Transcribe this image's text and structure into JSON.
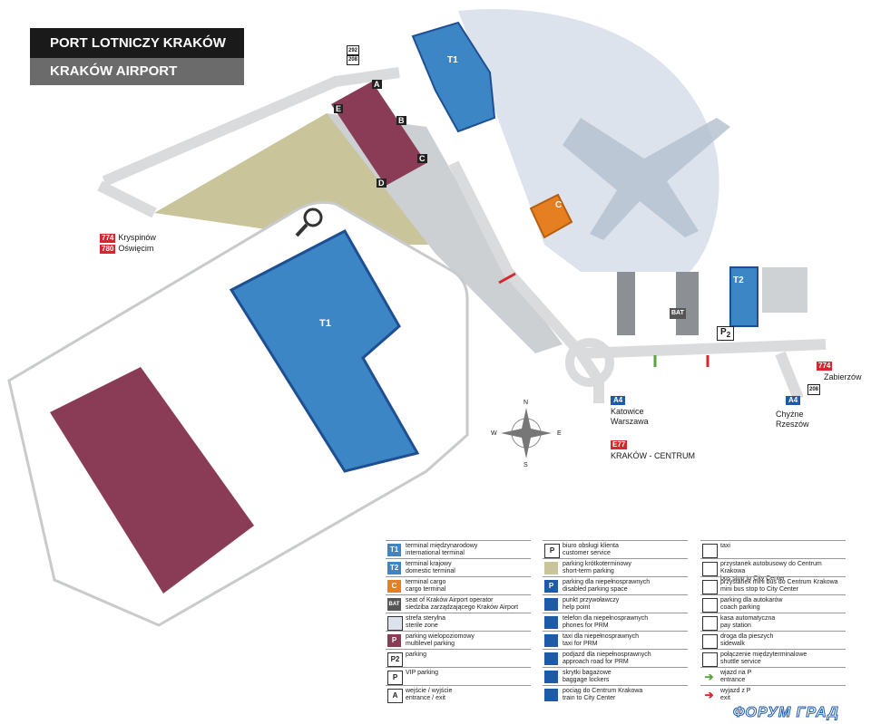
{
  "title": {
    "pl": "PORT LOTNICZY KRAKÓW",
    "en": "KRAKÓW AIRPORT"
  },
  "buildings": {
    "t1": "T1",
    "t2": "T2",
    "cargo": "C",
    "bat": "BAT",
    "p2": "P",
    "p2_sub": "2"
  },
  "gates": [
    "A",
    "B",
    "C",
    "D",
    "E"
  ],
  "bus_numbers": {
    "top": [
      "292",
      "208"
    ],
    "right": "208"
  },
  "roads": {
    "left": [
      {
        "no": "774",
        "name": "Kryspinów"
      },
      {
        "no": "780",
        "name": "Oświęcim"
      }
    ],
    "right": {
      "no": "774",
      "name": "Zabierzów"
    },
    "a4_south": {
      "no": "A4",
      "name1": "Katowice",
      "name2": "Warszawa"
    },
    "a4_east": {
      "no": "A4",
      "name1": "Chyżne",
      "name2": "Rzeszów"
    },
    "e77": {
      "no": "E77",
      "name": "KRAKÓW - CENTRUM"
    }
  },
  "compass": {
    "n": "N",
    "s": "S",
    "e": "E",
    "w": "W"
  },
  "legend": {
    "col1": [
      {
        "icon": "T1",
        "l1": "terminal międzynarodowy",
        "l2": "international terminal"
      },
      {
        "icon": "T2",
        "l1": "terminal krajowy",
        "l2": "domestic terminal"
      },
      {
        "icon": "C",
        "l1": "terminal cargo",
        "l2": "cargo terminal"
      },
      {
        "icon": "BAT",
        "l1": "seat of Kraków Airport operator",
        "l2": "siedziba zarządzającego Kraków Airport"
      },
      {
        "icon": "",
        "l1": "strefa sterylna",
        "l2": "sterile zone"
      },
      {
        "icon": "P",
        "l1": "parking wielopoziomowy",
        "l2": "multilevel parking"
      },
      {
        "icon": "P2",
        "l1": "parking",
        "l2": ""
      },
      {
        "icon": "P VIP",
        "l1": "VIP parking",
        "l2": ""
      },
      {
        "icon": "ABCDE",
        "l1": "wejście / wyjście",
        "l2": "entrance / exit"
      }
    ],
    "col2": [
      {
        "icon": "P BOK",
        "l1": "biuro obsługi klienta",
        "l2": "customer service"
      },
      {
        "icon": "kiss",
        "l1": "parking krótkoterminowy",
        "l2": "short-term parking"
      },
      {
        "icon": "P",
        "l1": "parking dla niepełnosprawnych",
        "l2": "disabled parking space"
      },
      {
        "icon": "help",
        "l1": "punkt przywoławczy",
        "l2": "help point"
      },
      {
        "icon": "phone",
        "l1": "telefon dla niepełnosprawnych",
        "l2": "phones for PRM"
      },
      {
        "icon": "taxi",
        "l1": "taxi dla niepełnosprawnych",
        "l2": "taxi for PRM"
      },
      {
        "icon": "road",
        "l1": "podjazd dla niepełnosprawnych",
        "l2": "approach road for PRM"
      },
      {
        "icon": "lock",
        "l1": "skrytki bagażowe",
        "l2": "baggage lockers"
      },
      {
        "icon": "train",
        "l1": "pociąg do Centrum Krakowa",
        "l2": "train to City Center"
      }
    ],
    "col3": [
      {
        "icon": "taxi",
        "l1": "taxi",
        "l2": ""
      },
      {
        "icon": "bus",
        "l1": "przystanek autobusowy do Centrum Krakowa",
        "l2": "bus stop to City Center"
      },
      {
        "icon": "minibus",
        "l1": "przystanek mini bus do Centrum Krakowa",
        "l2": "mini bus stop to City Center"
      },
      {
        "icon": "coach",
        "l1": "parking dla autokarów",
        "l2": "coach parking"
      },
      {
        "icon": "pay",
        "l1": "kasa automatyczna",
        "l2": "pay station"
      },
      {
        "icon": "walk",
        "l1": "droga dla pieszych",
        "l2": "sidewalk"
      },
      {
        "icon": "shuttle",
        "l1": "połączenie międzyterminalowe",
        "l2": "shuttle service"
      },
      {
        "icon": "in",
        "l1": "wjazd na P",
        "l2": "entrance"
      },
      {
        "icon": "out",
        "l1": "wyjazd z P",
        "l2": "exit"
      }
    ]
  },
  "watermark": {
    "a": "ФОРУМ",
    "b": "ГРАД"
  },
  "colors": {
    "t1": "#3d86c6",
    "t1_dark": "#1e4f92",
    "parking": "#8a3b56",
    "sterile": "#dde3ec",
    "grass": "#c9c49a",
    "cargo": "#e67e22",
    "exit": "#d7262e",
    "entrance": "#5ba33b"
  }
}
